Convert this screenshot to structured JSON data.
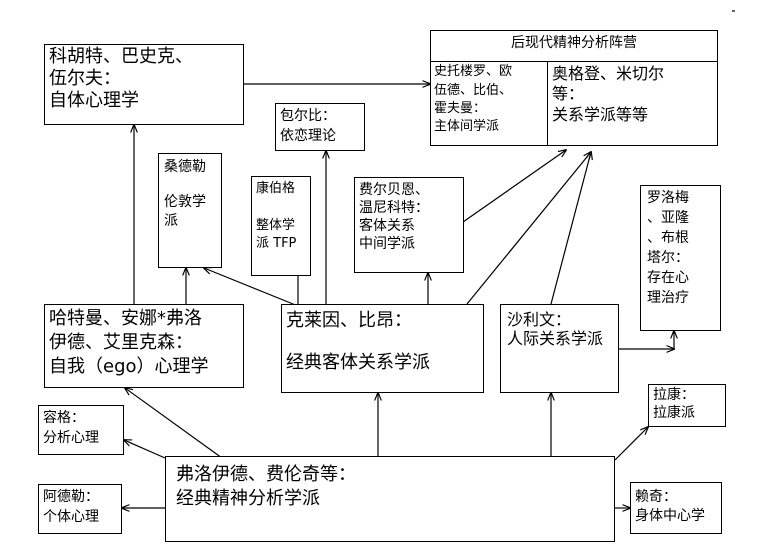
{
  "kohut": {
    "line1": "科胡特、巴史克、",
    "line2": "伍尔夫：",
    "line3": "自体心理学"
  },
  "postmodern": {
    "title": "后现代精神分析阵营",
    "left": {
      "line1": "史托楼罗、欧",
      "line2": "伍德、比伯、",
      "line3": "霍夫曼：",
      "line4": "主体间学派"
    },
    "right": {
      "line1": "奥格登、米切尔",
      "line2": "等：",
      "line3": "关系学派等等"
    }
  },
  "bowlby": {
    "line1": "包尔比：",
    "line2": "依恋理论"
  },
  "sanderler": {
    "line1": "桑德勒",
    "line2": "伦敦学",
    "line3": "派"
  },
  "kernberg": {
    "line1": "康伯格",
    "line2": "整体学",
    "line3": "派 TFP"
  },
  "fairbairn": {
    "line1": "费尔贝恩、",
    "line2": "温尼科特：",
    "line3": "客体关系",
    "line4": "中间学派"
  },
  "rollo": {
    "line1": "罗洛梅",
    "line2": "、亚隆",
    "line3": "、布根",
    "line4": "塔尔：",
    "line5": "存在心",
    "line6": "理治疗"
  },
  "hartmann": {
    "line1": "哈特曼、安娜*弗洛",
    "line2": "伊德、艾里克森：",
    "line3": "自我（ego）心理学"
  },
  "klein": {
    "line1": "克莱因、比昂：",
    "line2": "经典客体关系学派"
  },
  "sullivan": {
    "line1": "沙利文：",
    "line2": "人际关系学派"
  },
  "jung": {
    "line1": "容格：",
    "line2": "分析心理"
  },
  "adler": {
    "line1": "阿德勒：",
    "line2": "个体心理"
  },
  "freud": {
    "line1": "弗洛伊德、费伦奇等：",
    "line2": "经典精神分析学派"
  },
  "lacan": {
    "line1": "拉康：",
    "line2": "拉康派"
  },
  "reich": {
    "line1": "赖奇：",
    "line2": "身体中心学"
  }
}
